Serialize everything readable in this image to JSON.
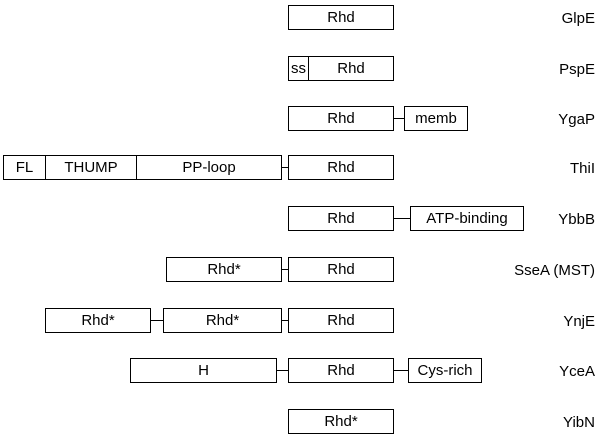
{
  "proteins": [
    {
      "name": "GlpE",
      "domains": [
        "Rhd"
      ]
    },
    {
      "name": "PspE",
      "domains": [
        "ss",
        "Rhd"
      ]
    },
    {
      "name": "YgaP",
      "domains": [
        "Rhd",
        "memb"
      ]
    },
    {
      "name": "ThiI",
      "domains": [
        "FL",
        "THUMP",
        "PP-loop",
        "Rhd"
      ]
    },
    {
      "name": "YbbB",
      "domains": [
        "Rhd",
        "ATP-binding"
      ]
    },
    {
      "name": "SseA (MST)",
      "domains": [
        "Rhd*",
        "Rhd"
      ]
    },
    {
      "name": "YnjE",
      "domains": [
        "Rhd*",
        "Rhd*",
        "Rhd"
      ]
    },
    {
      "name": "YceA",
      "domains": [
        "H",
        "Rhd",
        "Cys-rich"
      ]
    },
    {
      "name": "YibN",
      "domains": [
        "Rhd*"
      ]
    }
  ]
}
